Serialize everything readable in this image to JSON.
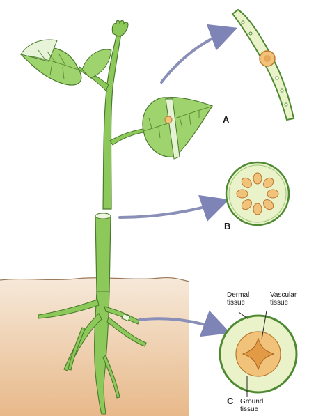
{
  "labels": {
    "a": "A",
    "b": "B",
    "c": "C",
    "dermal": [
      "Dermal",
      "tissue"
    ],
    "vascular": [
      "Vascular",
      "tissue"
    ],
    "ground": [
      "Ground",
      "tissue"
    ]
  },
  "colors": {
    "stem": "#8dc95a",
    "stem_outline": "#4a7a2c",
    "leaf": "#9fd36d",
    "leaf_vein": "#5b8f35",
    "soil_top": "#f6e9d9",
    "soil_bottom": "#e8b98a",
    "arrow": "#8a8fb8",
    "dermal_ring": "#4f8a33",
    "ground_fill": "#e9f2c9",
    "vascular_fill": "#f1c27a",
    "vascular_outline": "#b9772e"
  }
}
